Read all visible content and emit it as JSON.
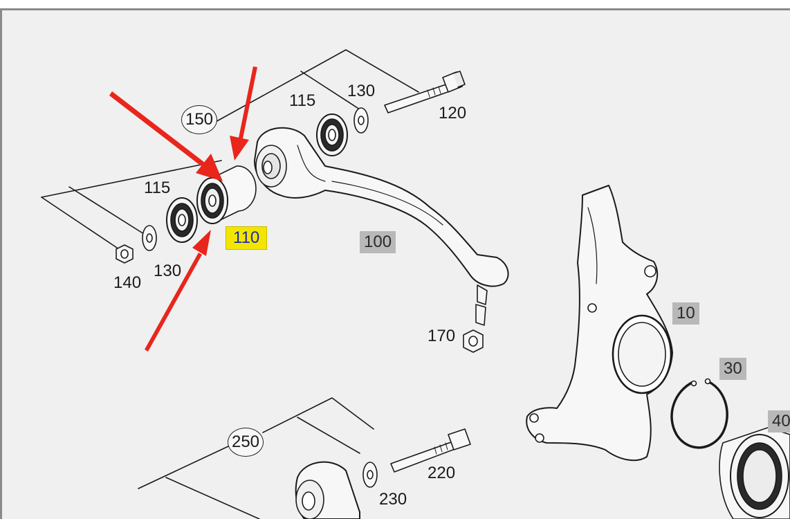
{
  "labels": {
    "callout_150": "150",
    "callout_250": "250",
    "part_115_top": "115",
    "part_130_top": "130",
    "part_120": "120",
    "part_115_left": "115",
    "part_130_left": "130",
    "part_140": "140",
    "part_110": "110",
    "part_100": "100",
    "part_170": "170",
    "part_10": "10",
    "part_30": "30",
    "part_40": "40",
    "part_220": "220",
    "part_230": "230"
  },
  "colors": {
    "background": "#f0f0f0",
    "highlight_tag": "#f2e600",
    "highlight_text": "#1a2ab0",
    "gray_tag": "#b8b8b8",
    "arrow": "#e8261c",
    "line_art": "#1a1a1a"
  }
}
